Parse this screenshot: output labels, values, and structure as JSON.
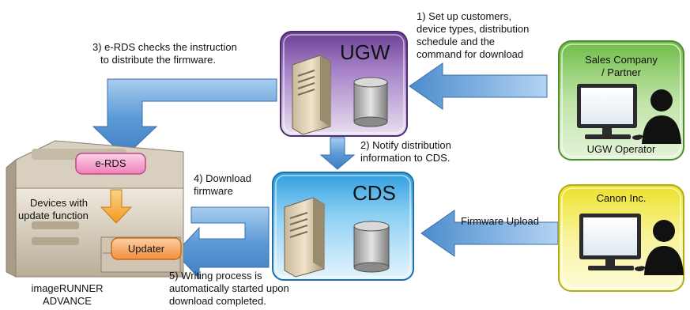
{
  "nodes": {
    "ugw": {
      "label": "UGW"
    },
    "cds": {
      "label": "CDS"
    },
    "sales": {
      "title_line1": "Sales Company",
      "title_line2": "/ Partner",
      "operator": "UGW Operator"
    },
    "canon": {
      "title": "Canon Inc."
    },
    "device": {
      "erds_label": "e-RDS",
      "updater_label": "Updater",
      "devices_line1": "Devices with",
      "devices_line2": "update function",
      "name_line1": "imageRUNNER",
      "name_line2": "ADVANCE"
    }
  },
  "steps": {
    "step1": {
      "line1": "1) Set up customers,",
      "line2": "device types, distribution",
      "line3": "schedule and the",
      "line4": "command for download"
    },
    "step2": {
      "line1": "2) Notify distribution",
      "line2": "information to CDS."
    },
    "step3": {
      "line1": "3) e-RDS checks the instruction",
      "line2": "to distribute the firmware."
    },
    "step4": {
      "line1": "4) Download",
      "line2": "firmware"
    },
    "step5": {
      "line1": "5) Writing process is",
      "line2": "automatically started upon",
      "line3": "download completed."
    },
    "upload": {
      "label": "Firmware Upload"
    }
  },
  "colors": {
    "ugw_purple": "#8a5fb0",
    "cds_blue": "#5fb6e8",
    "sales_green": "#8ec96a",
    "canon_yellow": "#f2ee55",
    "arrow_blue": "#7fb3e0",
    "erds_pink": "#f08cc0",
    "updater_orange": "#f3a45a"
  }
}
